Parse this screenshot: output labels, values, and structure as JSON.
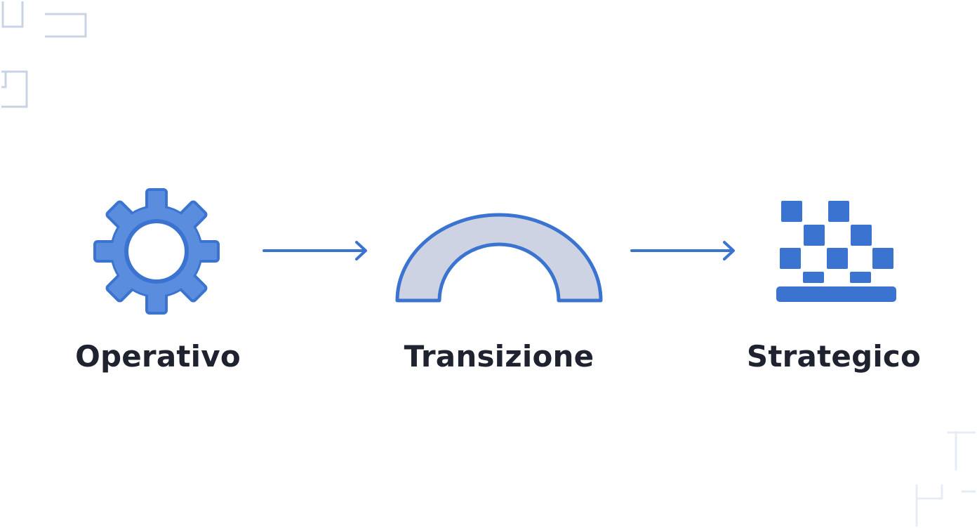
{
  "colors": {
    "accent": "#3b74d0",
    "arch_fill": "#cdd3e3",
    "text": "#1f2330",
    "decor": "#c9d3e6"
  },
  "diagram": {
    "stages": [
      {
        "label": "Operativo",
        "icon": "gear-icon"
      },
      {
        "label": "Transizione",
        "icon": "arch-bridge-icon"
      },
      {
        "label": "Strategico",
        "icon": "chessboard-icon"
      }
    ],
    "connectors": [
      {
        "from": "Operativo",
        "to": "Transizione",
        "icon": "arrow-right-icon"
      },
      {
        "from": "Transizione",
        "to": "Strategico",
        "icon": "arrow-right-icon"
      }
    ]
  }
}
